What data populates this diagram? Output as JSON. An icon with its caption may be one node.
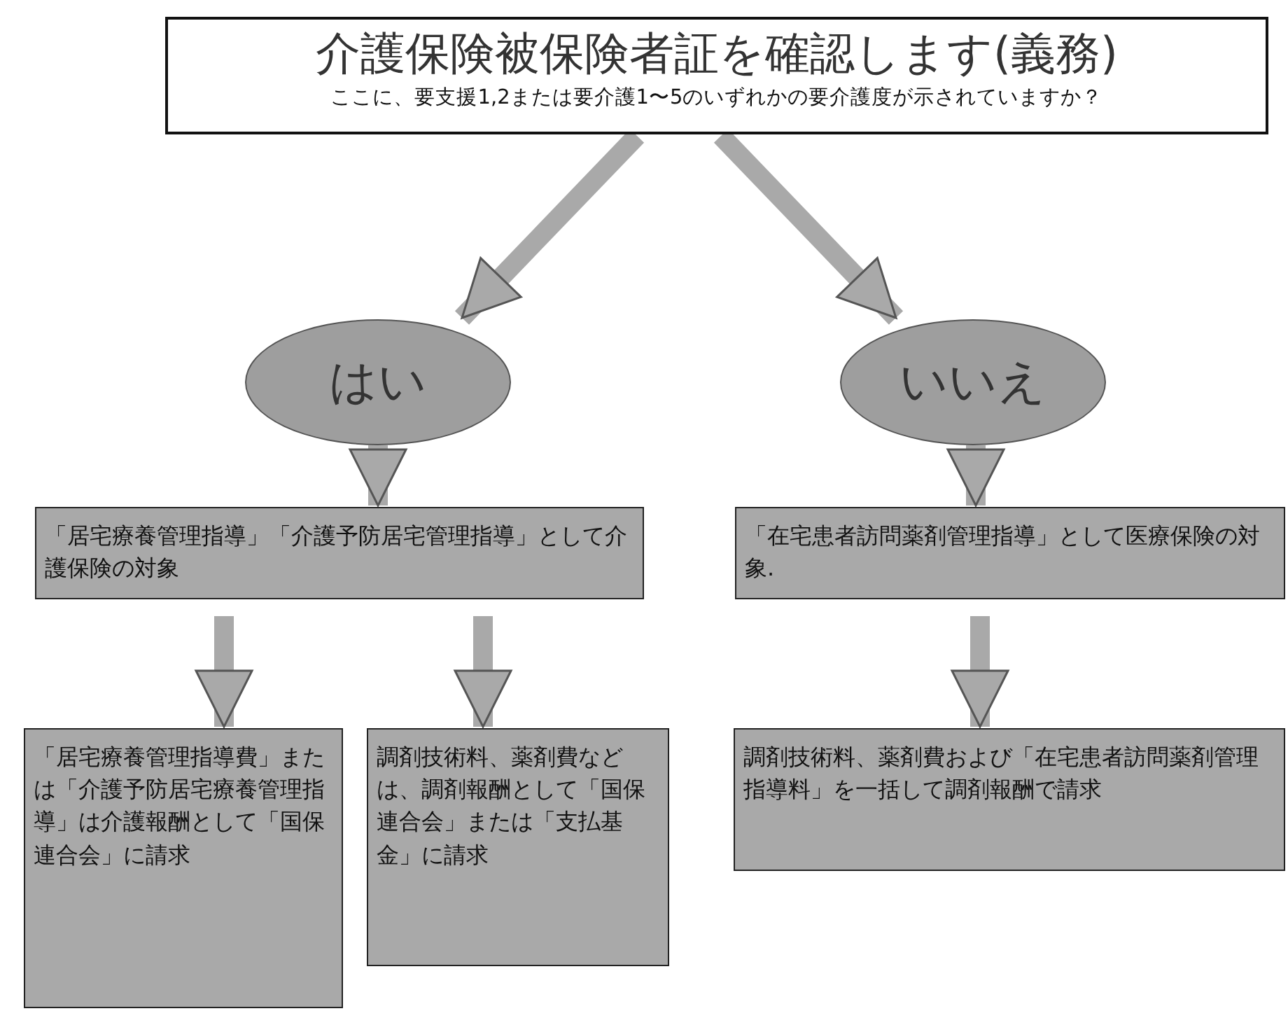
{
  "diagram": {
    "nodes": [
      {
        "text": [
          "介護保険被保険者証を確認します(義務)",
          "ここに、要支援1,2または要介護1〜5のいずれかの要介護度が示されていますか？"
        ]
      },
      {
        "text": [
          "はい"
        ]
      },
      {
        "text": [
          "いいえ"
        ]
      },
      {
        "text": [
          "「居宅療養管理指導」「介護予防居宅管理指導」として介護保険の対象"
        ]
      },
      {
        "text": [
          "「在宅患者訪問薬剤管理指導」として医療保険の対象."
        ]
      },
      {
        "text": [
          "「居宅療養管理指導費」または「介護予防居宅療養管理指導」は介護報酬として「国保連合会」に請求"
        ]
      },
      {
        "text": [
          "調剤技術料、薬剤費などは、調剤報酬として「国保連合会」または「支払基金」に請求"
        ]
      },
      {
        "text": [
          "調剤技術料、薬剤費および「在宅患者訪問薬剤管理指導料」を一括して調剤報酬で請求"
        ]
      }
    ],
    "edges": [
      {
        "from": 0,
        "to": 1,
        "arrow": "to"
      },
      {
        "from": 0,
        "to": 2,
        "arrow": "to"
      },
      {
        "from": 1,
        "to": 3,
        "arrow": "to"
      },
      {
        "from": 2,
        "to": 4,
        "arrow": "to"
      },
      {
        "from": 3,
        "to": 5,
        "arrow": "to"
      },
      {
        "from": 3,
        "to": 6,
        "arrow": "to"
      },
      {
        "from": 4,
        "to": 7,
        "arrow": "to"
      }
    ]
  }
}
